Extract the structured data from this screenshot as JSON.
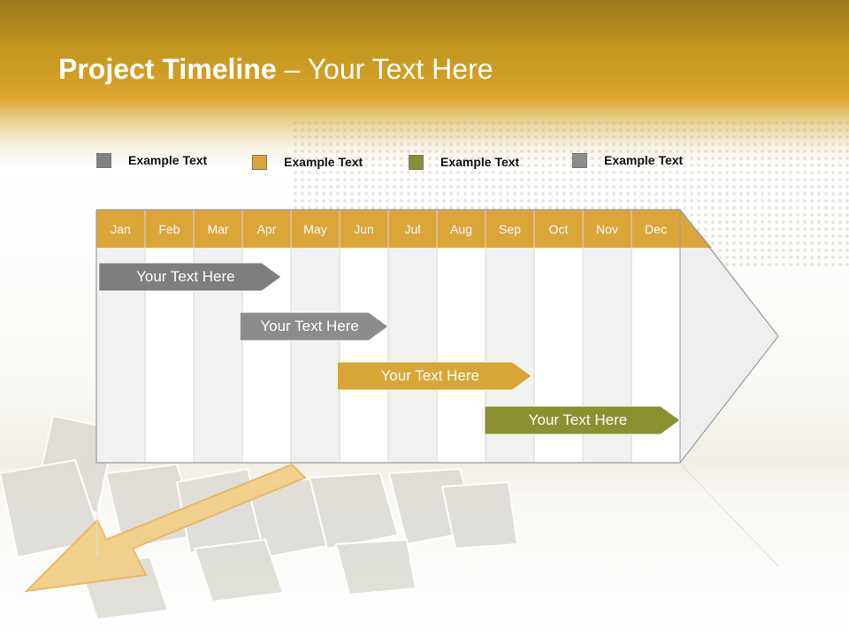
{
  "slide": {
    "title_bold": "Project Timeline",
    "title_rest": " – Your Text Here"
  },
  "legend": [
    {
      "label": "Example Text",
      "color": "#808080"
    },
    {
      "label": "Example Text",
      "color": "#d8a637"
    },
    {
      "label": "Example Text",
      "color": "#8a9030"
    },
    {
      "label": "Example Text",
      "color": "#8c8c8c"
    }
  ],
  "timeline": {
    "months": [
      "Jan",
      "Feb",
      "Mar",
      "Apr",
      "May",
      "Jun",
      "Jul",
      "Aug",
      "Sep",
      "Oct",
      "Nov",
      "Dec"
    ],
    "header_color": "#dba53a",
    "tasks": [
      {
        "label": "Your  Text Here",
        "start_month": 0.05,
        "end_month": 3.8,
        "color": "#7e7e7e"
      },
      {
        "label": "Your  Text Here",
        "start_month": 2.95,
        "end_month": 6.0,
        "color": "#8c8c8c"
      },
      {
        "label": "Your  Text Here",
        "start_month": 4.95,
        "end_month": 8.95,
        "color": "#d8a637"
      },
      {
        "label": "Your  Text Here",
        "start_month": 7.98,
        "end_month": 12.0,
        "color": "#8a9030"
      }
    ]
  }
}
